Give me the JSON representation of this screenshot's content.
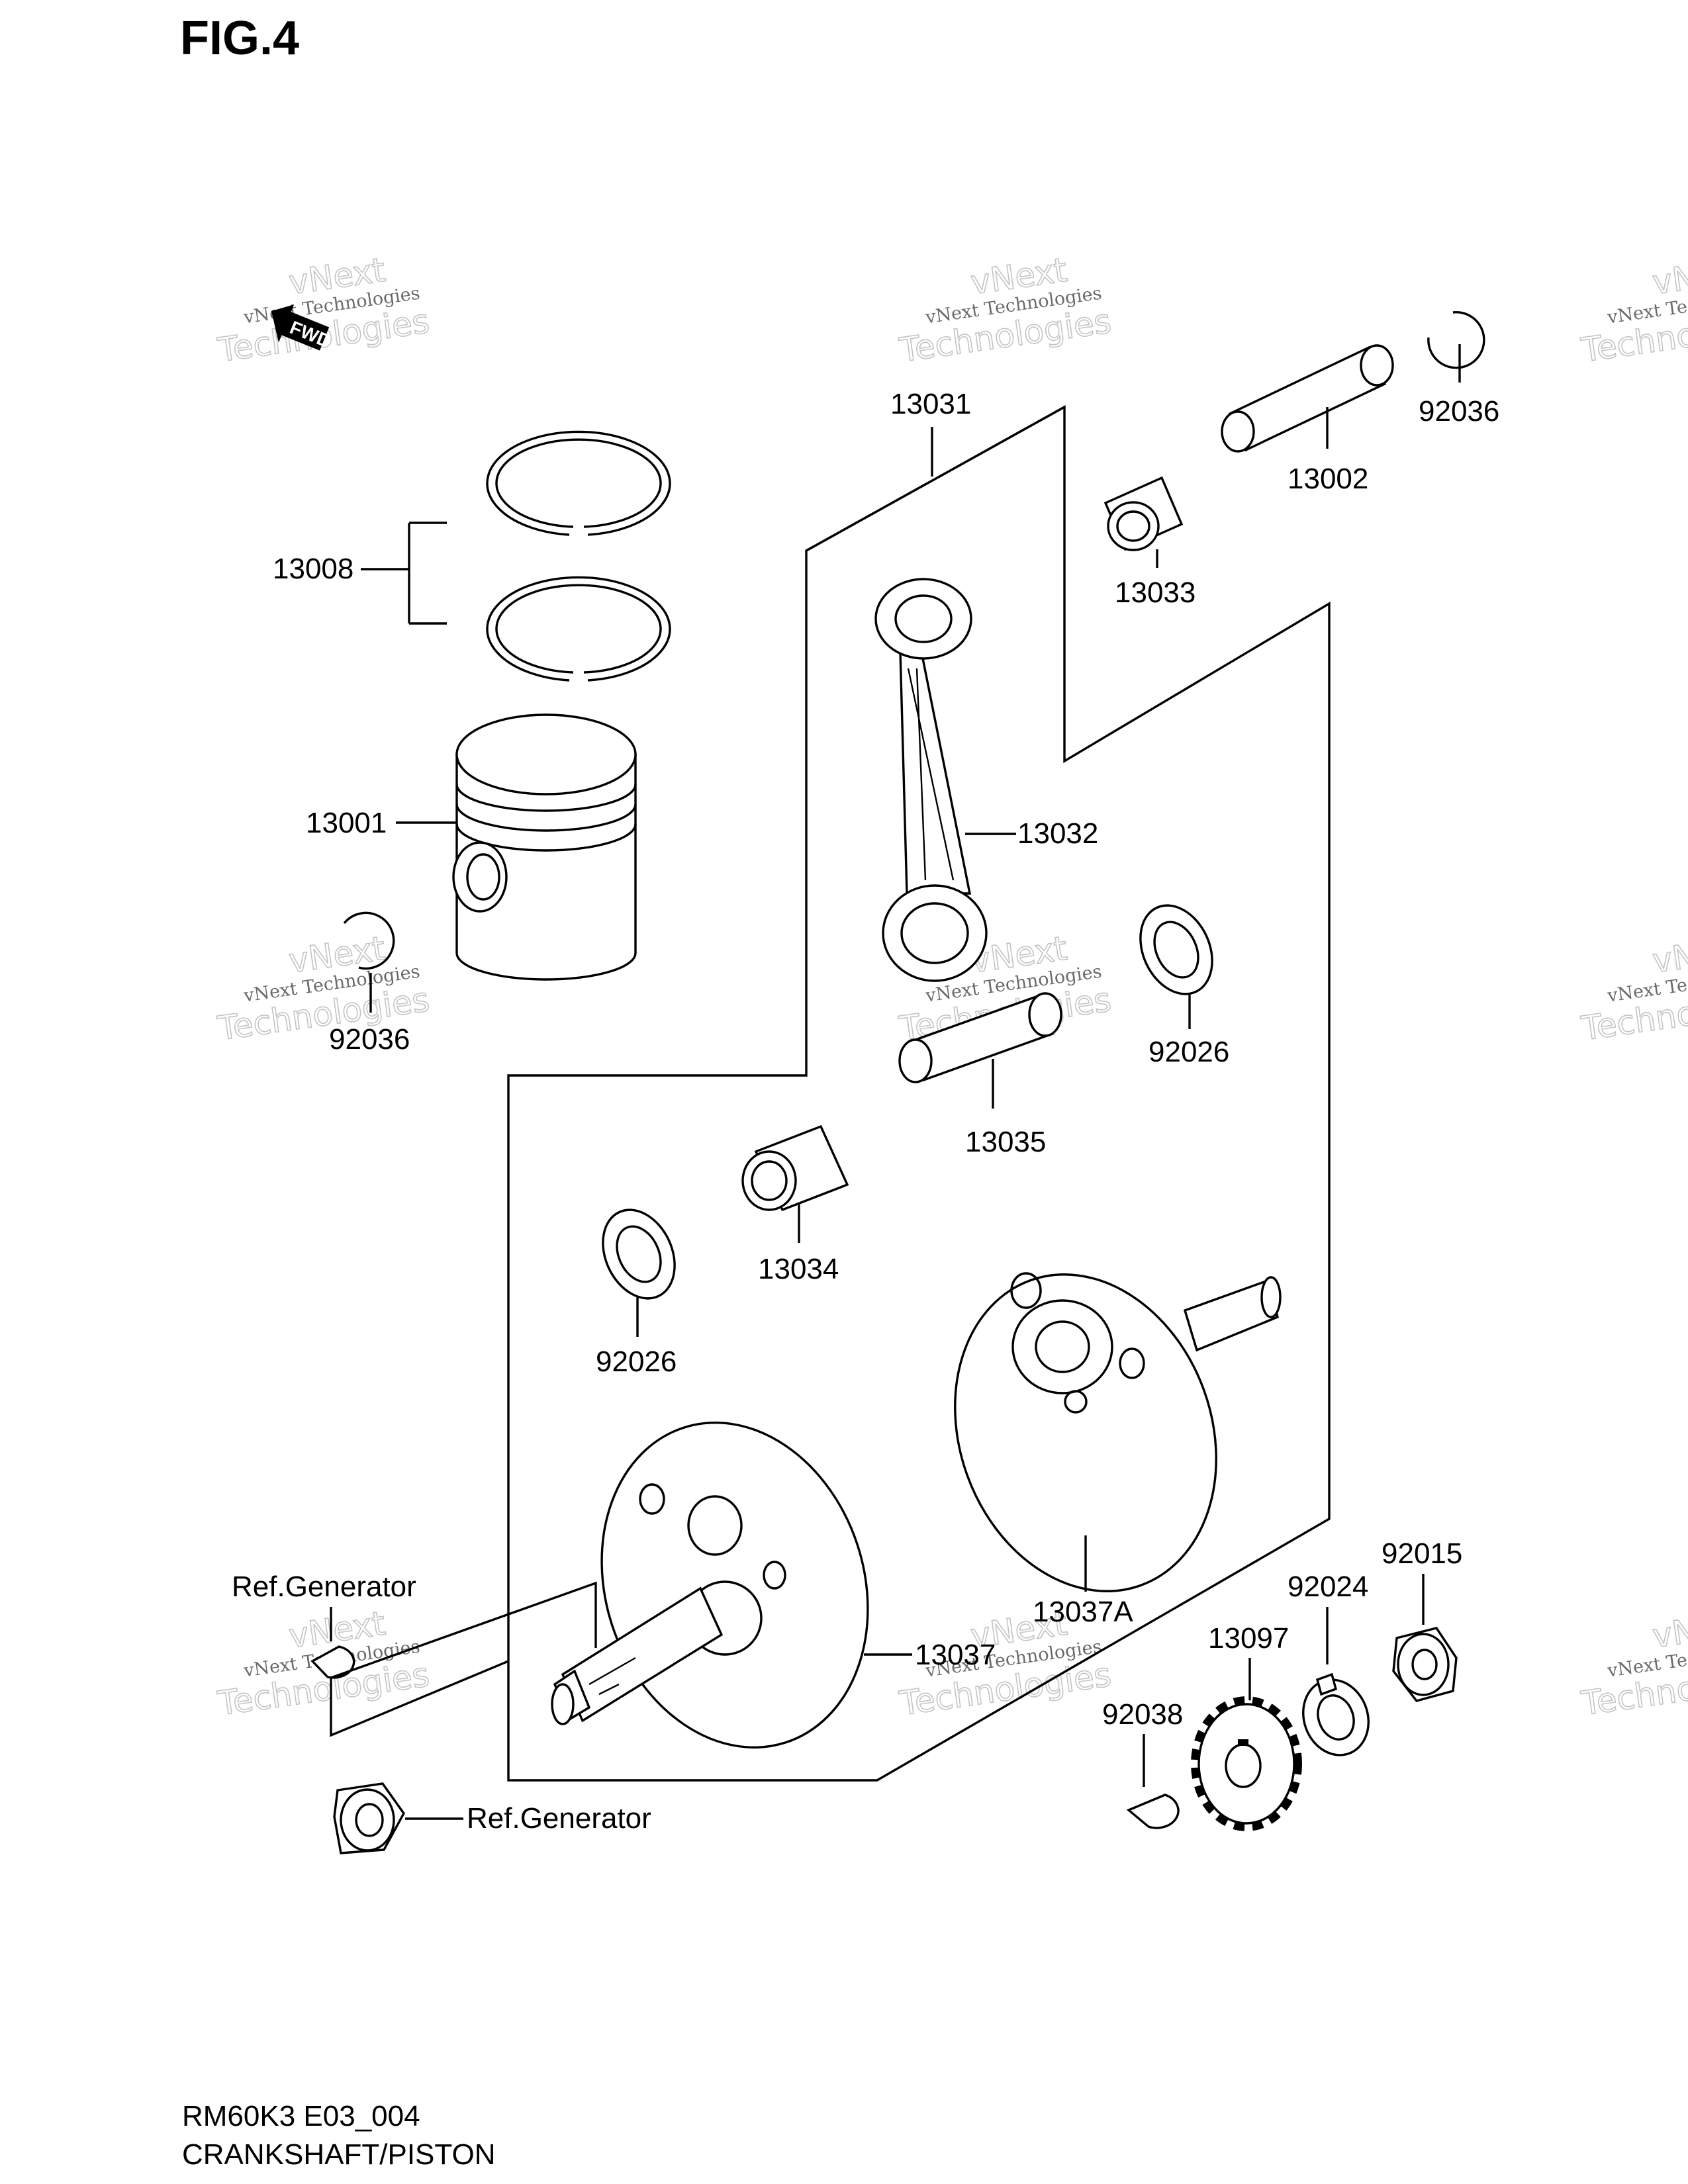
{
  "header": {
    "fig_label": "FIG.4"
  },
  "fwd_badge": {
    "label": "FWD"
  },
  "watermark": {
    "line1": "vNext Technologies",
    "line2": "vNext",
    "line3": "Technologies"
  },
  "parts": {
    "p13008": "13008",
    "p13001": "13001",
    "p92036_left": "92036",
    "p13031": "13031",
    "p13032": "13032",
    "p13033": "13033",
    "p13002": "13002",
    "p92036_right": "92036",
    "p92026_right": "92026",
    "p13035": "13035",
    "p13034": "13034",
    "p92026_left": "92026",
    "p13037A": "13037A",
    "p13037": "13037",
    "p92015": "92015",
    "p92024": "92024",
    "p13097": "13097",
    "p92038": "92038",
    "ref_generator_top": "Ref.Generator",
    "ref_generator_bottom": "Ref.Generator"
  },
  "footer": {
    "model_code": "RM60K3 E03_004",
    "title": "CRANKSHAFT/PISTON"
  }
}
